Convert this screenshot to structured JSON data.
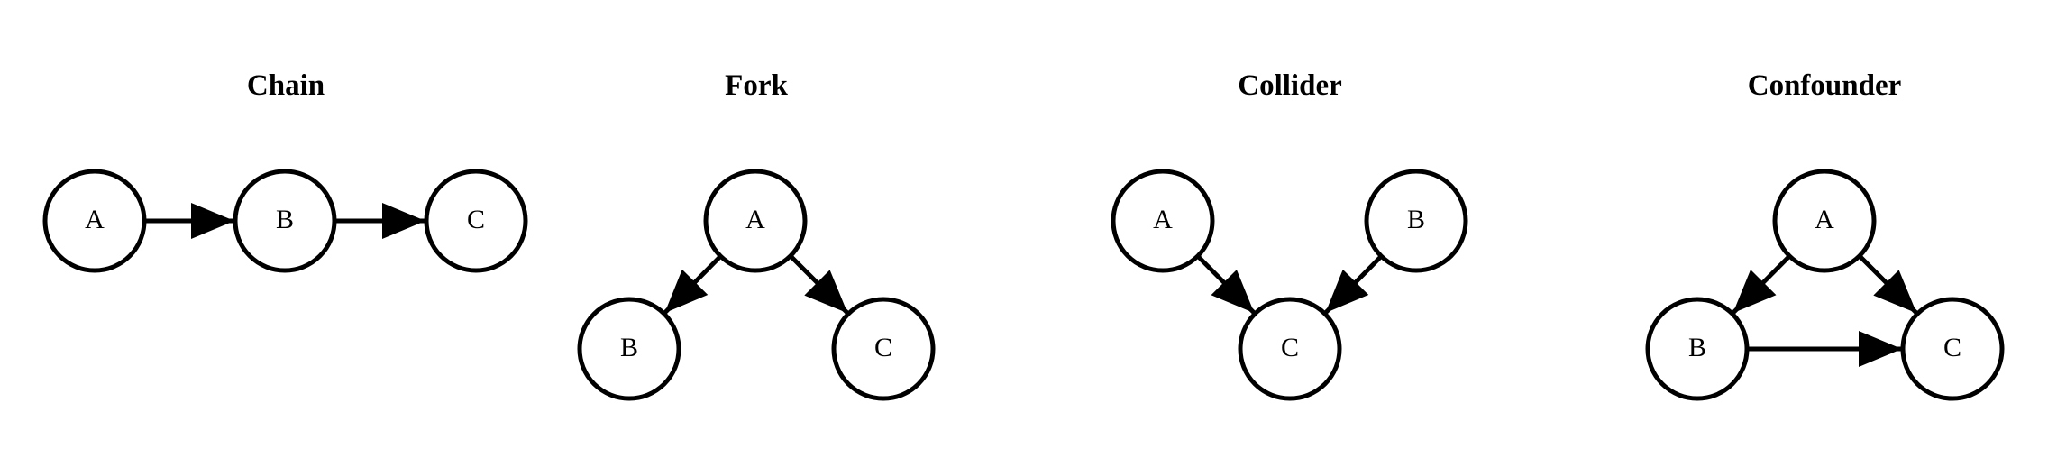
{
  "colors": {
    "background": "#ffffff",
    "stroke": "#000000",
    "node_fill": "#ffffff"
  },
  "diagrams": [
    {
      "title": "Chain",
      "nodes": [
        "A",
        "B",
        "C"
      ],
      "edges": [
        [
          "A",
          "B"
        ],
        [
          "B",
          "C"
        ]
      ]
    },
    {
      "title": "Fork",
      "nodes": [
        "A",
        "B",
        "C"
      ],
      "edges": [
        [
          "A",
          "B"
        ],
        [
          "A",
          "C"
        ]
      ]
    },
    {
      "title": "Collider",
      "nodes": [
        "A",
        "B",
        "C"
      ],
      "edges": [
        [
          "A",
          "C"
        ],
        [
          "B",
          "C"
        ]
      ]
    },
    {
      "title": "Confounder",
      "nodes": [
        "A",
        "B",
        "C"
      ],
      "edges": [
        [
          "A",
          "B"
        ],
        [
          "A",
          "C"
        ],
        [
          "B",
          "C"
        ]
      ]
    }
  ]
}
